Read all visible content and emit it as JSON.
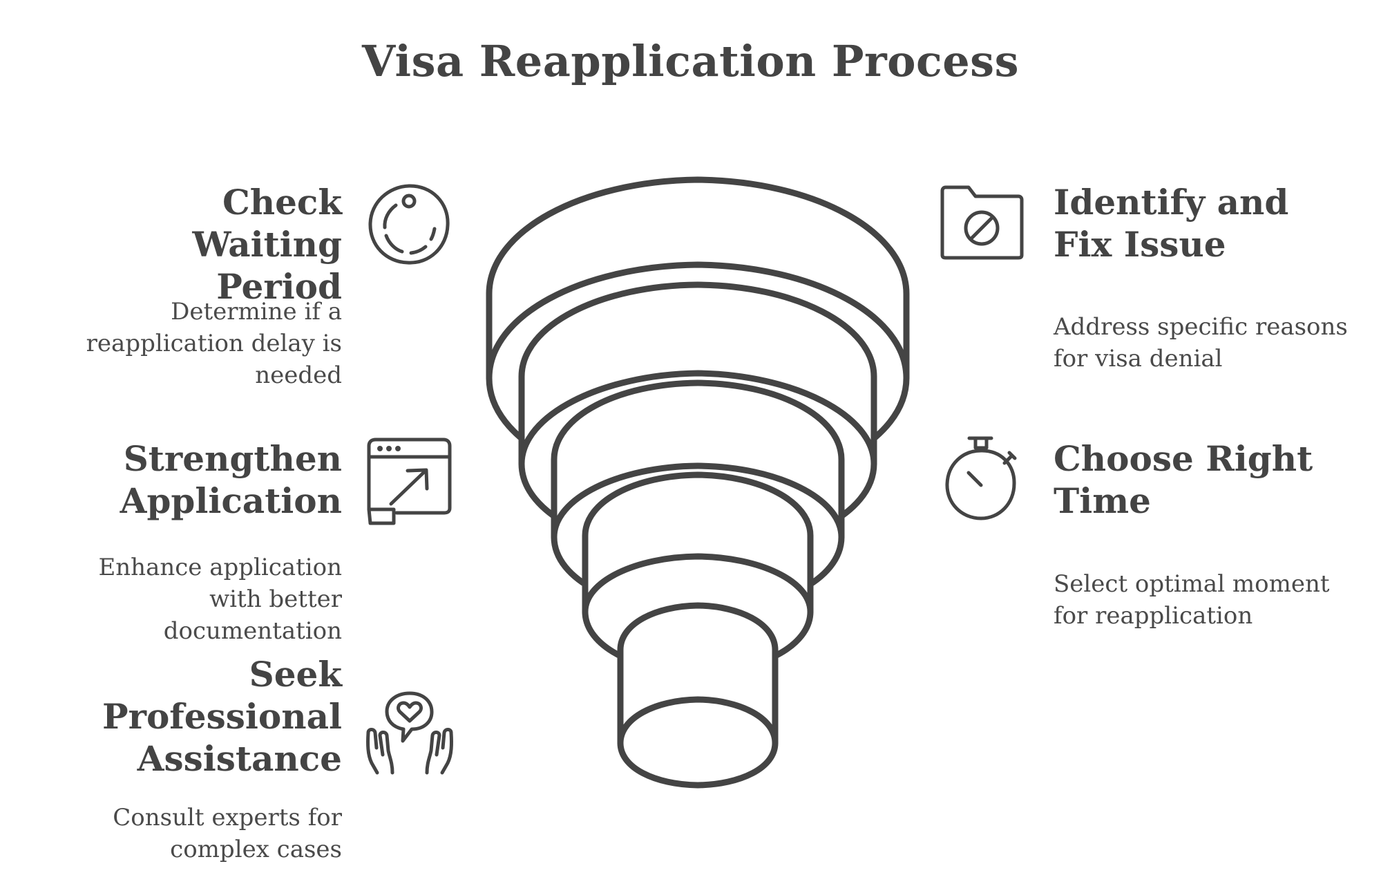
{
  "title": "Visa Reapplication Process",
  "steps": {
    "check_waiting": {
      "title": "Check Waiting Period",
      "description": "Determine if a reapplication delay is needed",
      "icon": "circle-timer-icon"
    },
    "identify_fix": {
      "title": "Identify and Fix Issue",
      "description": "Address specific reasons for visa denial",
      "icon": "folder-prohibited-icon"
    },
    "strengthen": {
      "title": "Strengthen Application",
      "description": "Enhance application with better documentation",
      "icon": "window-expand-arrow-icon"
    },
    "choose_time": {
      "title": "Choose Right Time",
      "description": "Select optimal moment for reapplication",
      "icon": "stopwatch-icon"
    },
    "seek_assistance": {
      "title": "Seek Professional Assistance",
      "description": "Consult experts for complex cases",
      "icon": "hands-heart-speech-icon"
    }
  },
  "colors": {
    "stroke": "#444444",
    "text": "#444444",
    "background": "#ffffff"
  }
}
